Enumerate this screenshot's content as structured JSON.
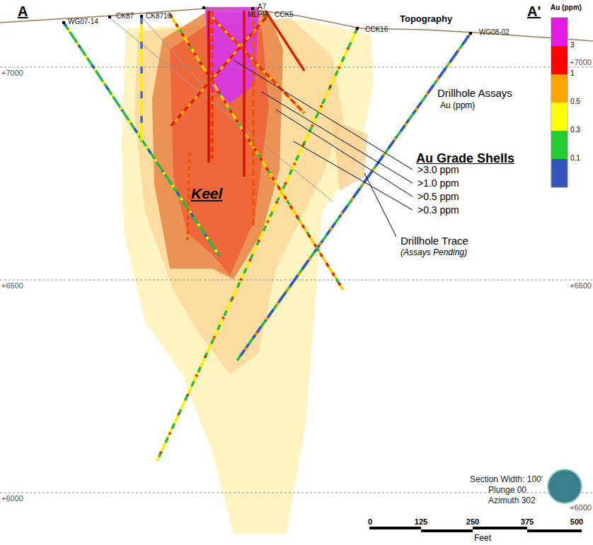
{
  "diagram": {
    "labels": [
      "A",
      "A'",
      "Topography",
      "WG07-14",
      "CK87",
      "CK8710",
      "A7",
      "MLPM",
      "CCK5",
      "CCK16",
      "WG08-02",
      "+7000",
      "+7000",
      "+6500",
      "+6500",
      "+6000",
      "+6000",
      "Drillhole Assays",
      "Au (ppm)",
      "Au Grade Shells",
      ">3.0 ppm",
      ">1.0 ppm",
      ">0.5 ppm",
      ">0.3 ppm",
      "Drillhole Trace",
      "(Assays Pending)",
      "Keel",
      "Au (ppm)",
      "Section Width: 100'",
      "Plunge 00",
      "Azimuth 302",
      "0",
      "125",
      "250",
      "375",
      "500",
      "Feet"
    ],
    "legend": [
      {
        "text": "3",
        "color": "#e51be5"
      },
      {
        "text": "1",
        "color": "#ff0000"
      },
      {
        "text": "0.5",
        "color": "#ffa500"
      },
      {
        "text": "0.3",
        "color": "#ffff00"
      },
      {
        "text": "0.1",
        "color": "#22cc33"
      }
    ]
  }
}
